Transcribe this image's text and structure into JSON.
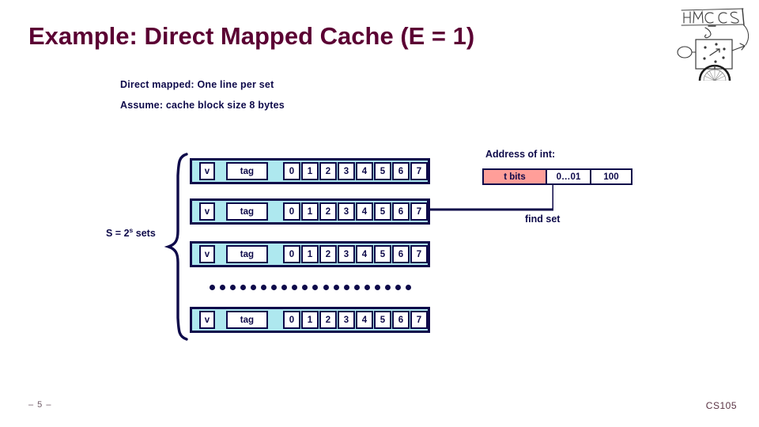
{
  "slide": {
    "title": "Example: Direct Mapped Cache (E = 1)",
    "subtitle_line1": "Direct mapped: One line per set",
    "subtitle_line2": "Assume: cache block size 8 bytes",
    "page_number": "– 5 –",
    "course": "CS105"
  },
  "colors": {
    "title": "#5B0033",
    "text": "#0E0A4A",
    "row_fill": "#AEE8EF",
    "tag_highlight": "#FF9E99",
    "footer": "#5B3344"
  },
  "cache": {
    "set_label": "S = 2",
    "set_label_sup": "s",
    "set_label_tail": " sets",
    "valid_label": "v",
    "tag_label": "tag",
    "byte_offsets": [
      "0",
      "1",
      "2",
      "3",
      "4",
      "5",
      "6",
      "7"
    ],
    "rows": [
      {
        "valid": "v",
        "tag": "tag"
      },
      {
        "valid": "v",
        "tag": "tag"
      },
      {
        "valid": "v",
        "tag": "tag"
      },
      {
        "valid": "v",
        "tag": "tag"
      }
    ],
    "ellipsis_dot_count": 20
  },
  "address": {
    "title": "Address of int:",
    "fields": [
      {
        "label": "t bits",
        "highlight": true
      },
      {
        "label": "0…01",
        "highlight": false
      },
      {
        "label": "100",
        "highlight": false
      }
    ],
    "annotation": "find set"
  },
  "logo": {
    "name": "hmc-cs-logo",
    "text": "HMC CS"
  }
}
